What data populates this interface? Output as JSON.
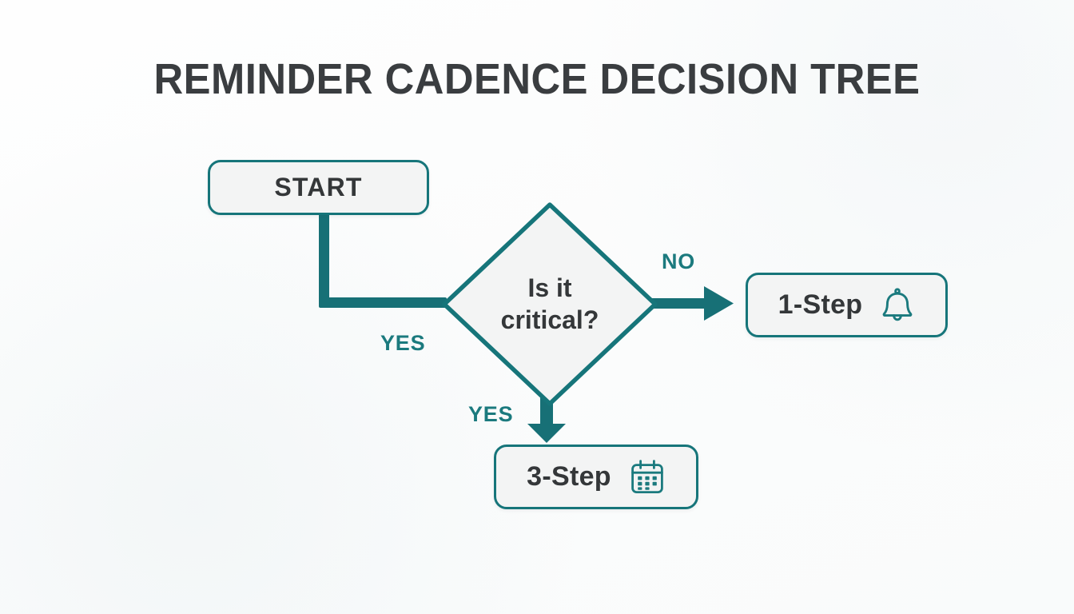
{
  "page": {
    "title": "REMINDER CADENCE DECISION TREE",
    "background_color": "#fdfdfd"
  },
  "theme": {
    "accent": "#16757a",
    "accent_line": "#177076",
    "node_fill": "#f3f4f4",
    "node_text": "#343739",
    "title_color": "#3a3d40"
  },
  "diagram": {
    "type": "flowchart",
    "nodes": [
      {
        "id": "start",
        "shape": "rounded-rect",
        "label": "START",
        "icon": null
      },
      {
        "id": "decision",
        "shape": "diamond",
        "label_line1": "Is it",
        "label_line2": "critical?",
        "label": "Is it critical?",
        "icon": null
      },
      {
        "id": "one_step",
        "shape": "rounded-rect",
        "label": "1-Step",
        "icon": "bell-icon"
      },
      {
        "id": "three_step",
        "shape": "rounded-rect",
        "label": "3-Step",
        "icon": "calendar-icon"
      }
    ],
    "edges": [
      {
        "id": "start-to-decision",
        "from": "start",
        "to": "decision",
        "label": "YES",
        "style": "elbow"
      },
      {
        "id": "decision-to-one-step",
        "from": "decision",
        "to": "one_step",
        "label": "NO",
        "style": "arrow-right"
      },
      {
        "id": "decision-to-three-step",
        "from": "decision",
        "to": "three_step",
        "label": "YES",
        "style": "arrow-down"
      }
    ]
  }
}
